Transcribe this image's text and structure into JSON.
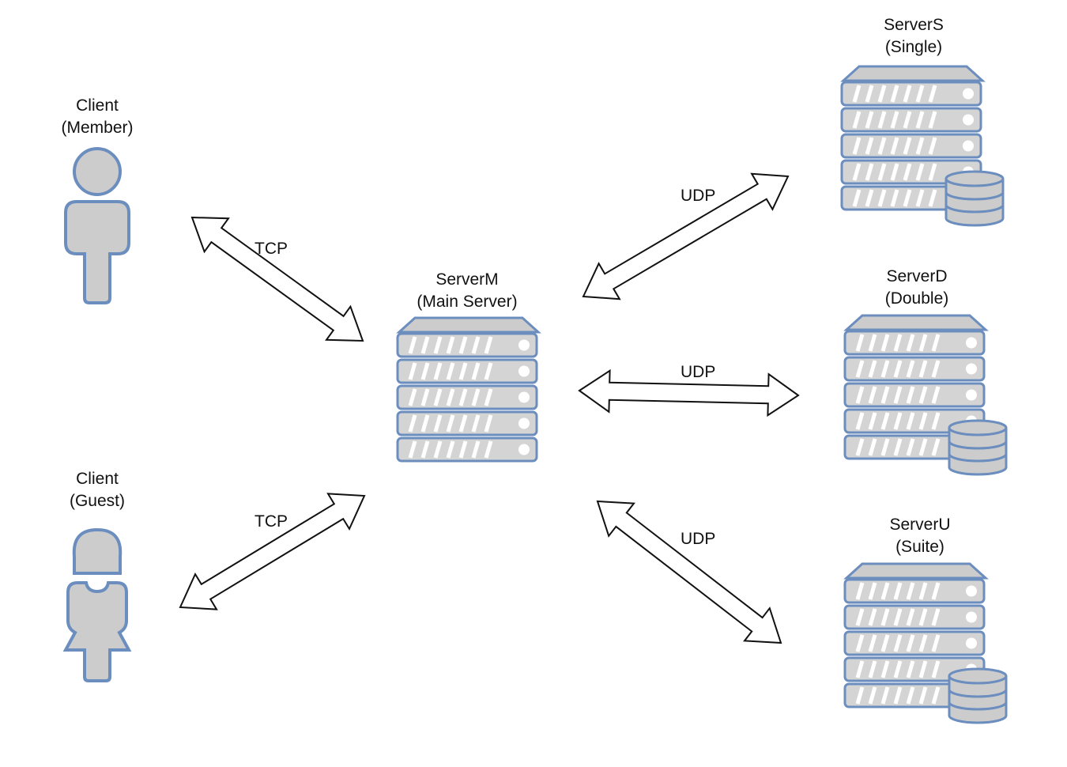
{
  "colors": {
    "fill": "#cccccc",
    "stroke": "#6c8ebf",
    "rack_slot": "#d4d4d4",
    "hatch": "#ffffff",
    "arrow_fill": "#ffffff",
    "arrow_stroke": "#111111",
    "text": "#111111"
  },
  "nodes": {
    "client_member": {
      "name": "Client",
      "role": "(Member)",
      "icon": "user-male-icon"
    },
    "client_guest": {
      "name": "Client",
      "role": "(Guest)",
      "icon": "user-female-icon"
    },
    "server_main": {
      "name": "ServerM",
      "role": "(Main Server)",
      "icon": "server-rack-icon"
    },
    "server_single": {
      "name": "ServerS",
      "role": "(Single)",
      "icon": "server-database-icon"
    },
    "server_double": {
      "name": "ServerD",
      "role": "(Double)",
      "icon": "server-database-icon"
    },
    "server_suite": {
      "name": "ServerU",
      "role": "(Suite)",
      "icon": "server-database-icon"
    }
  },
  "connections": [
    {
      "from": "Client (Member)",
      "to": "ServerM",
      "protocol": "TCP"
    },
    {
      "from": "Client (Guest)",
      "to": "ServerM",
      "protocol": "TCP"
    },
    {
      "from": "ServerM",
      "to": "ServerS",
      "protocol": "UDP"
    },
    {
      "from": "ServerM",
      "to": "ServerD",
      "protocol": "UDP"
    },
    {
      "from": "ServerM",
      "to": "ServerU",
      "protocol": "UDP"
    }
  ]
}
